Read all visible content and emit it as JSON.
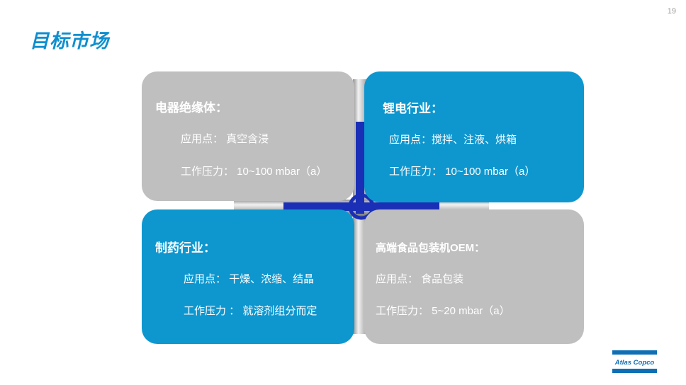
{
  "page_number": "19",
  "title": "目标市场",
  "cards": [
    {
      "heading": "电器绝缘体：",
      "application": "应用点： 真空含浸",
      "pressure": "工作压力： 10~100 mbar（a）"
    },
    {
      "heading": "锂电行业：",
      "application": "应用点：搅拌、注液、烘箱",
      "pressure": "工作压力： 10~100 mbar（a）"
    },
    {
      "heading": "制药行业：",
      "application": "应用点： 干燥、浓缩、结晶",
      "pressure": "工作压力 ： 就溶剂组分而定"
    },
    {
      "heading": "高端食品包装机OEM：",
      "application": "应用点： 食品包装",
      "pressure": "工作压力： 5~20 mbar（a）"
    }
  ],
  "logo_text": "Atlas Copco",
  "colors": {
    "title": "#0f8fcf",
    "blue_card": "#0e97cf",
    "gray_card": "#bfbfbf",
    "logo": "#0e6fb5"
  },
  "icons": [
    "pipe-cross-graphic",
    "atlas-copco-logo"
  ]
}
